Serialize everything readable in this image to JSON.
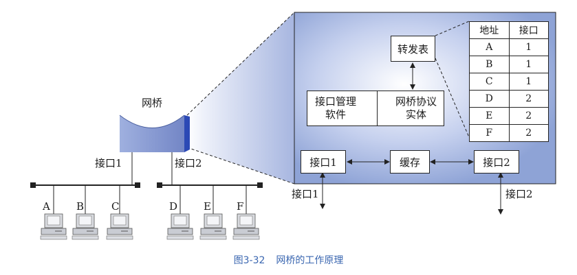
{
  "bridge_label": "网桥",
  "left_ports": {
    "port1": "接口1",
    "port2": "接口2"
  },
  "hosts": [
    "A",
    "B",
    "C",
    "D",
    "E",
    "F"
  ],
  "detail": {
    "forwarding_table_label": "转发表",
    "mgmt_software": [
      "接口管理",
      "软件"
    ],
    "protocol_entity": [
      "网桥协议",
      "实体"
    ],
    "port1": "接口1",
    "port2": "接口2",
    "buffer": "缓存",
    "ext_port1": "接口1",
    "ext_port2": "接口2"
  },
  "table": {
    "headers": [
      "地址",
      "接口"
    ],
    "rows": [
      [
        "A",
        "1"
      ],
      [
        "B",
        "1"
      ],
      [
        "C",
        "1"
      ],
      [
        "D",
        "2"
      ],
      [
        "E",
        "2"
      ],
      [
        "F",
        "2"
      ]
    ]
  },
  "caption": {
    "number": "图3-32",
    "title": "网桥的工作原理"
  },
  "colors": {
    "panel": "#8ea3d6",
    "panel_center": "#ffffff",
    "caption": "#3a66b0",
    "bridge_front": "#7f94cf"
  }
}
